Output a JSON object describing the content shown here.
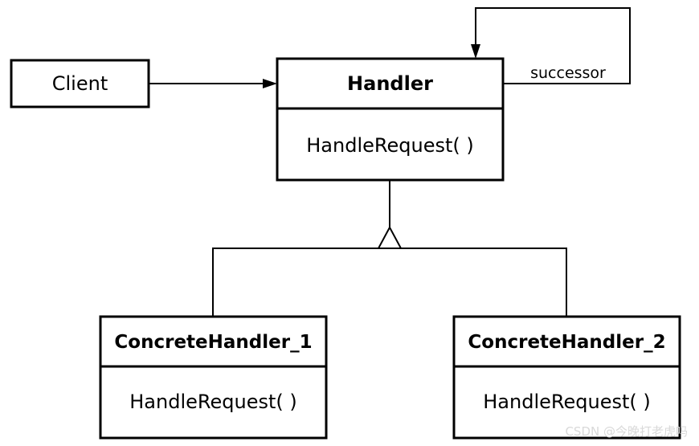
{
  "client": {
    "label": "Client"
  },
  "handler": {
    "name": "Handler",
    "method": "HandleRequest( )"
  },
  "self_association": {
    "label": "successor"
  },
  "concrete_handler_1": {
    "name": "ConcreteHandler_1",
    "method": "HandleRequest( )"
  },
  "concrete_handler_2": {
    "name": "ConcreteHandler_2",
    "method": "HandleRequest( )"
  },
  "watermark": "CSDN @今晚打老虎吗"
}
